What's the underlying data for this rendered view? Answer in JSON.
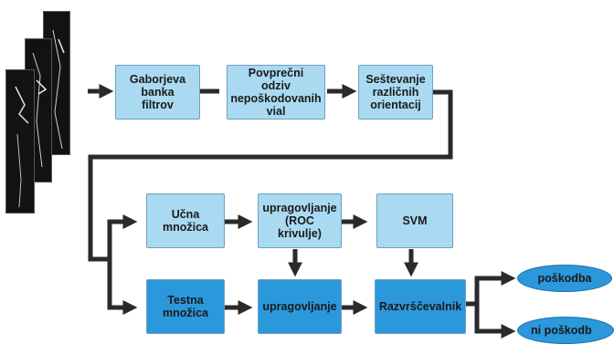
{
  "nodes": {
    "gabor": "Gaborjeva\nbanka\nfiltrov",
    "avg_response": "Povprečni\nodziv\nnepoškodovanih\nvial",
    "orient_sum": "Seštevanje\nrazličnih\norientacij",
    "train_set": "Učna\nmnožica",
    "threshold_roc": "upragovljanje\n(ROC\nkrivulje)",
    "svm": "SVM",
    "test_set": "Testna\nmnožica",
    "threshold": "upragovljanje",
    "classifier": "Razvrščevalnik",
    "damaged": "poškodba",
    "not_damaged": "ni poškodb"
  },
  "colors": {
    "light_box": "#a9daf2",
    "dark_box": "#2b98dc",
    "connector": "#2a2a2a"
  }
}
